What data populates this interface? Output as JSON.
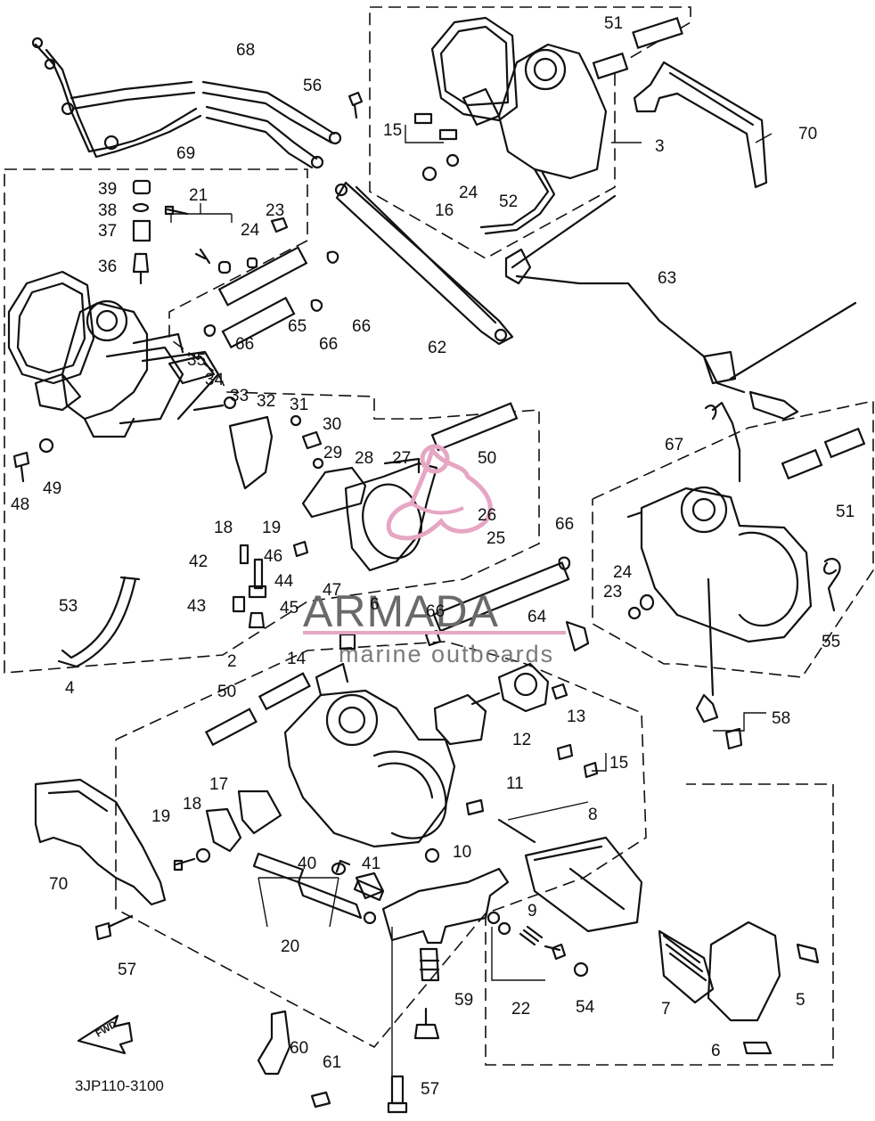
{
  "diagram": {
    "code": "3JP110-3100",
    "fwd_label": "FWD"
  },
  "watermark": {
    "brand": "ARMADA",
    "tagline": "marine outboards",
    "color": "#e6a6c4"
  },
  "callouts": [
    "2",
    "3",
    "4",
    "5",
    "6",
    "7",
    "8",
    "9",
    "10",
    "11",
    "12",
    "13",
    "14",
    "15",
    "16",
    "17",
    "18",
    "19",
    "20",
    "21",
    "22",
    "23",
    "24",
    "25",
    "26",
    "27",
    "28",
    "29",
    "30",
    "31",
    "32",
    "33",
    "34",
    "35",
    "36",
    "37",
    "38",
    "39",
    "40",
    "41",
    "42",
    "43",
    "44",
    "45",
    "46",
    "47",
    "48",
    "49",
    "50",
    "51",
    "52",
    "53",
    "54",
    "55",
    "56",
    "57",
    "58",
    "59",
    "60",
    "61",
    "62",
    "63",
    "64",
    "65",
    "66",
    "67",
    "68",
    "69",
    "70"
  ]
}
